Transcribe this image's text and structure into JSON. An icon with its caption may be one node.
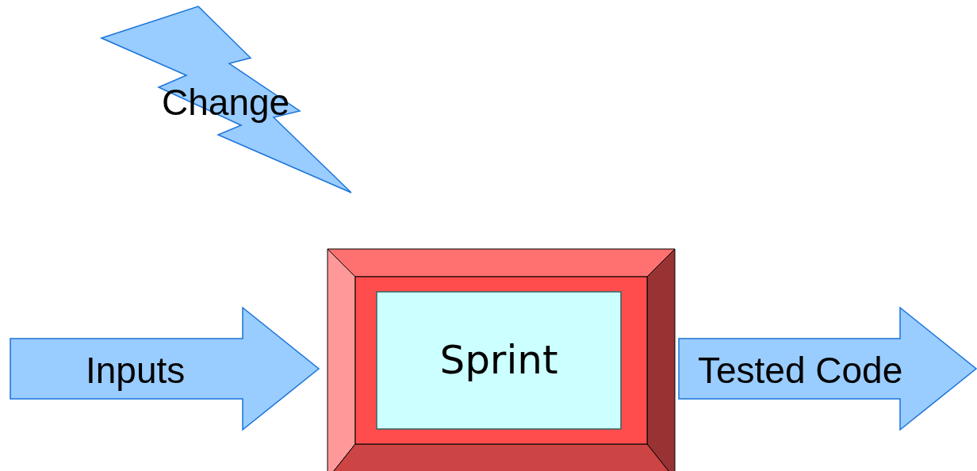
{
  "diagram": {
    "nodes": [
      {
        "text": [
          "Change"
        ]
      },
      {
        "text": [
          "Inputs"
        ]
      },
      {
        "text": [
          "Sprint"
        ]
      },
      {
        "text": [
          "Tested Code"
        ]
      }
    ]
  }
}
